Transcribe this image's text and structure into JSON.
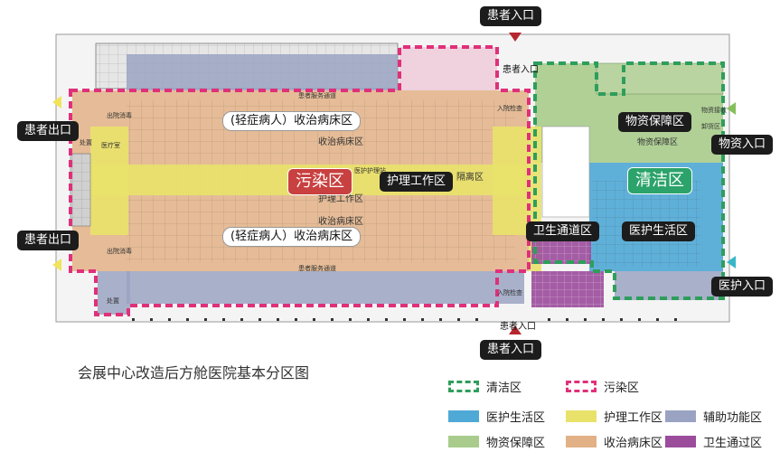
{
  "title": "会展中心改造后方舱医院基本分区图",
  "colors": {
    "clean": "#2e9e5b",
    "contaminated": "#e0307a",
    "medical_living": "#4fa9d6",
    "nursing": "#e9e26a",
    "auxiliary": "#9aa3c2",
    "supplies": "#a9cc8c",
    "ward": "#e2b186",
    "sanitation": "#9b4c9b"
  },
  "entrances": {
    "patient_in_top": "患者入口",
    "patient_in_top_small": "患者入口",
    "patient_out_upper": "患者出口",
    "patient_out_lower": "患者出口",
    "patient_in_bottom": "患者入口",
    "patient_in_bottom_small": "患者入口",
    "supplies_in": "物资入口",
    "medical_in": "医护入口"
  },
  "zones": {
    "ward_upper": "(轻症病人）收治病床区",
    "ward_lower": "(轻症病人）收治病床区",
    "contaminated": "污染区",
    "nursing": "护理工作区",
    "supply": "物资保障区",
    "clean": "清洁区",
    "sanitation": "卫生通道区",
    "medical_living": "医护生活区"
  },
  "small_labels": {
    "ward_center_upper": "收治病床区",
    "ward_center_lower": "收治病床区",
    "nursing_center": "护理工作区",
    "supply_small": "物资保障区",
    "isolation": "隔离区",
    "disinfect_top": "出院消毒",
    "disinfect_bottom": "出院消毒",
    "inbound_top": "入院检查",
    "inbound_bottom": "入院检查",
    "unload": "卸货区",
    "supply_recv": "物资接收",
    "disposal_top": "处置",
    "disposal_bottom": "处置",
    "patient_service_top": "患者服务通道",
    "patient_service_bottom": "患者服务通道",
    "medical_room": "医疗室",
    "nurse_station": "医护护理站"
  },
  "legend": [
    {
      "key": "clean",
      "label": "清洁区",
      "style": "dash"
    },
    {
      "key": "contaminated",
      "label": "污染区",
      "style": "dash"
    },
    {
      "key": "medical_living",
      "label": "医护生活区",
      "style": "fill"
    },
    {
      "key": "nursing",
      "label": "护理工作区",
      "style": "fill"
    },
    {
      "key": "auxiliary",
      "label": "辅助功能区",
      "style": "fill"
    },
    {
      "key": "supplies",
      "label": "物资保障区",
      "style": "fill"
    },
    {
      "key": "ward",
      "label": "收治病床区",
      "style": "fill"
    },
    {
      "key": "sanitation",
      "label": "卫生通过区",
      "style": "fill"
    }
  ]
}
